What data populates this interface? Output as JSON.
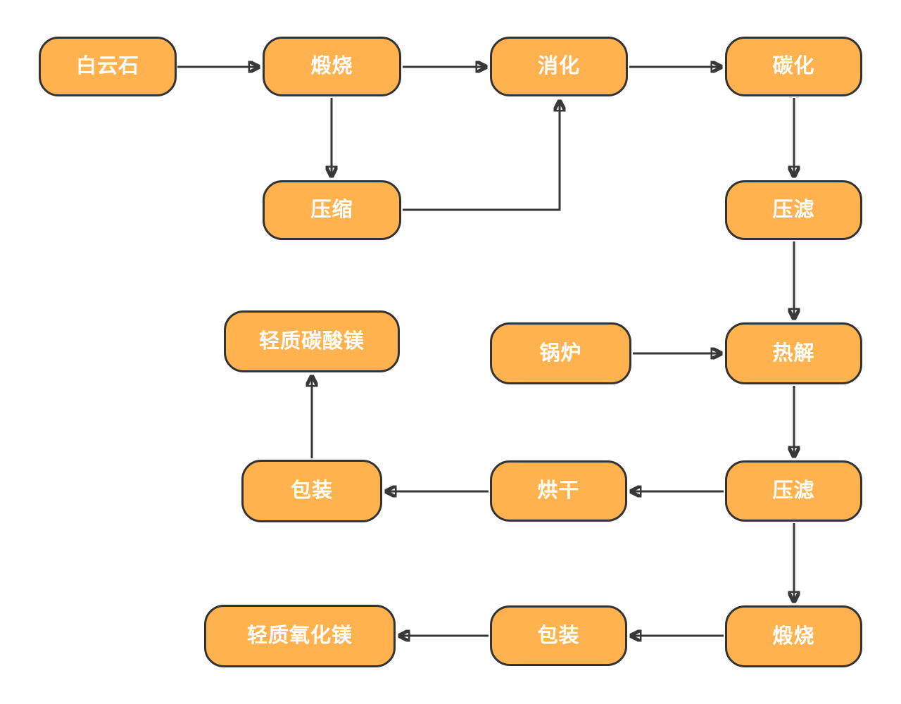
{
  "colors": {
    "node_fill": "#FFB24E",
    "node_border": "#333333",
    "node_text": "#FFFFFF",
    "edge": "#383838",
    "background": "#FFFFFF"
  },
  "nodes": {
    "dolomite": {
      "label": "白云石"
    },
    "calcination1": {
      "label": "煅烧"
    },
    "digestion": {
      "label": "消化"
    },
    "carbonization": {
      "label": "碳化"
    },
    "compression": {
      "label": "压缩"
    },
    "filter1": {
      "label": "压滤"
    },
    "light_mg_carbonate": {
      "label": "轻质碳酸镁"
    },
    "boiler": {
      "label": "锅炉"
    },
    "pyrolysis": {
      "label": "热解"
    },
    "packaging1": {
      "label": "包装"
    },
    "drying": {
      "label": "烘干"
    },
    "filter2": {
      "label": "压滤"
    },
    "light_mg_oxide": {
      "label": "轻质氧化镁"
    },
    "packaging2": {
      "label": "包装"
    },
    "calcination2": {
      "label": "煅烧"
    }
  },
  "edges": [
    {
      "from": "dolomite",
      "to": "calcination1"
    },
    {
      "from": "calcination1",
      "to": "digestion"
    },
    {
      "from": "digestion",
      "to": "carbonization"
    },
    {
      "from": "calcination1",
      "to": "compression"
    },
    {
      "from": "compression",
      "to": "digestion"
    },
    {
      "from": "carbonization",
      "to": "filter1"
    },
    {
      "from": "filter1",
      "to": "pyrolysis"
    },
    {
      "from": "boiler",
      "to": "pyrolysis"
    },
    {
      "from": "pyrolysis",
      "to": "filter2"
    },
    {
      "from": "filter2",
      "to": "drying"
    },
    {
      "from": "drying",
      "to": "packaging1"
    },
    {
      "from": "packaging1",
      "to": "light_mg_carbonate"
    },
    {
      "from": "filter2",
      "to": "calcination2"
    },
    {
      "from": "calcination2",
      "to": "packaging2"
    },
    {
      "from": "packaging2",
      "to": "light_mg_oxide"
    }
  ]
}
